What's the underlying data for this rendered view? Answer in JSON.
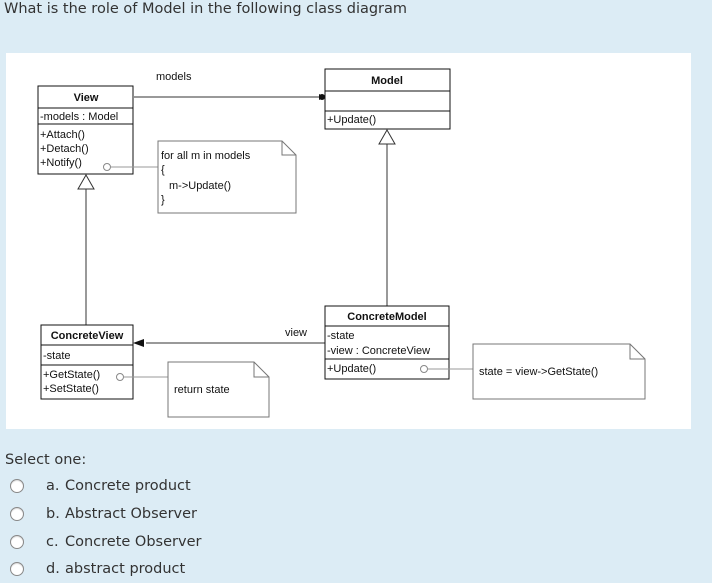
{
  "question": {
    "text": "What is the role of Model in the following class diagram"
  },
  "diagram": {
    "labels": {
      "models_assoc": "models",
      "view_assoc": "view"
    },
    "view_class": {
      "name": "View",
      "attributes": [
        "-models : Model"
      ],
      "methods": [
        "+Attach()",
        "+Detach()",
        "+Notify()"
      ]
    },
    "model_class": {
      "name": "Model",
      "methods": [
        "+Update()"
      ]
    },
    "concrete_view_class": {
      "name": "ConcreteView",
      "attributes": [
        "-state"
      ],
      "methods": [
        "+GetState()",
        "+SetState()"
      ]
    },
    "concrete_model_class": {
      "name": "ConcreteModel",
      "attributes": [
        "-state",
        "-view : ConcreteView"
      ],
      "methods": [
        "+Update()"
      ]
    },
    "notes": {
      "notify": [
        "for all m in models",
        "{",
        "m->Update()",
        "}"
      ],
      "getstate": "return state",
      "update": "state = view->GetState()"
    }
  },
  "answer": {
    "select_label": "Select one:",
    "options": [
      {
        "letter": "a.",
        "text": "Concrete product"
      },
      {
        "letter": "b.",
        "text": "Abstract Observer"
      },
      {
        "letter": "c.",
        "text": "Concrete Observer"
      },
      {
        "letter": "d.",
        "text": "abstract product"
      }
    ]
  }
}
